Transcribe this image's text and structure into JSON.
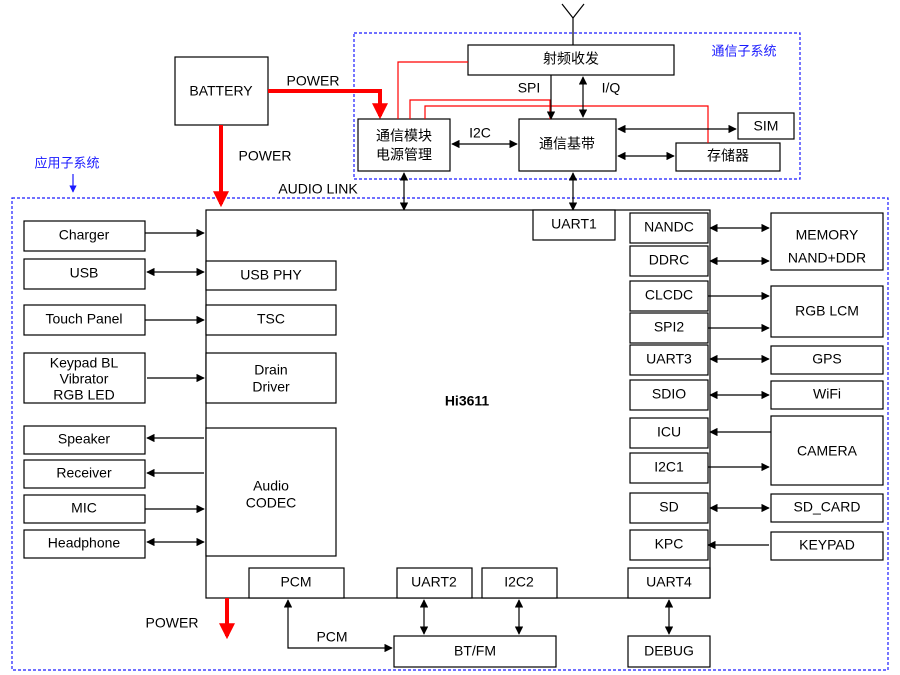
{
  "titles": {
    "comm_subsystem": "通信子系统",
    "app_subsystem": "应用子系统"
  },
  "links": {
    "power_top": "POWER",
    "power_mid": "POWER",
    "power_bottom": "POWER",
    "audio_link": "AUDIO LINK",
    "spi": "SPI",
    "iq": "I/Q",
    "i2c": "I2C",
    "pcm": "PCM"
  },
  "comm": {
    "battery": "BATTERY",
    "rf": "射频收发",
    "power_mgmt_line1": "通信模块",
    "power_mgmt_line2": "电源管理",
    "baseband": "通信基带",
    "sim": "SIM",
    "storage": "存储器"
  },
  "soc": {
    "name": "Hi3611",
    "uart1": "UART1",
    "usb_phy": "USB PHY",
    "tsc": "TSC",
    "drain_line1": "Drain",
    "drain_line2": "Driver",
    "audio_line1": "Audio",
    "audio_line2": "CODEC",
    "pcm": "PCM",
    "uart2": "UART2",
    "i2c2": "I2C2",
    "uart4": "UART4",
    "nandc": "NANDC",
    "ddrc": "DDRC",
    "clcdc": "CLCDC",
    "spi2": "SPI2",
    "uart3": "UART3",
    "sdio": "SDIO",
    "icu": "ICU",
    "i2c1": "I2C1",
    "sd": "SD",
    "kpc": "KPC"
  },
  "left_peripherals": {
    "charger": "Charger",
    "usb": "USB",
    "touch_panel": "Touch Panel",
    "keypad_line1": "Keypad BL",
    "keypad_line2": "Vibrator",
    "keypad_line3": "RGB LED",
    "speaker": "Speaker",
    "receiver": "Receiver",
    "mic": "MIC",
    "headphone": "Headphone"
  },
  "right_peripherals": {
    "memory_line1": "MEMORY",
    "memory_line2": "NAND+DDR",
    "rgb_lcm": "RGB LCM",
    "gps": "GPS",
    "wifi": "WiFi",
    "camera": "CAMERA",
    "sd_card": "SD_CARD",
    "keypad": "KEYPAD"
  },
  "bottom": {
    "bt_fm": "BT/FM",
    "debug": "DEBUG"
  }
}
